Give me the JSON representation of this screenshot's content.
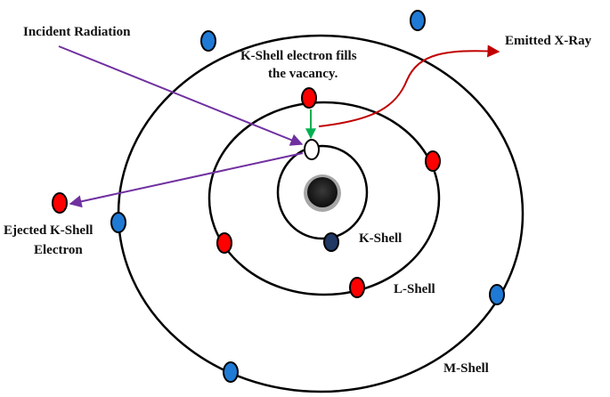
{
  "labels": {
    "incident_radiation": "Incident Radiation",
    "k_shell_fill_line1": "K-Shell electron fills",
    "k_shell_fill_line2": "the vacancy.",
    "emitted_xray": "Emitted X-Ray",
    "ejected_line1": "Ejected K-Shell",
    "ejected_line2": "Electron",
    "k_shell": "K-Shell",
    "l_shell": "L-Shell",
    "m_shell": "M-Shell"
  },
  "colors": {
    "incident_arrow": "#7030a0",
    "ejected_arrow": "#7030a0",
    "emitted_xray_arrow": "#c00000",
    "transition_arrow": "#00b050",
    "nucleus": "#1a1a1a",
    "nucleus_ring": "#a6a6a6",
    "k_shell_electron": "#1f3864",
    "l_shell_electron": "#ff0000",
    "m_shell_electron": "#1f7ad6",
    "vacancy": "#ffffff",
    "shell_line": "#000000"
  }
}
